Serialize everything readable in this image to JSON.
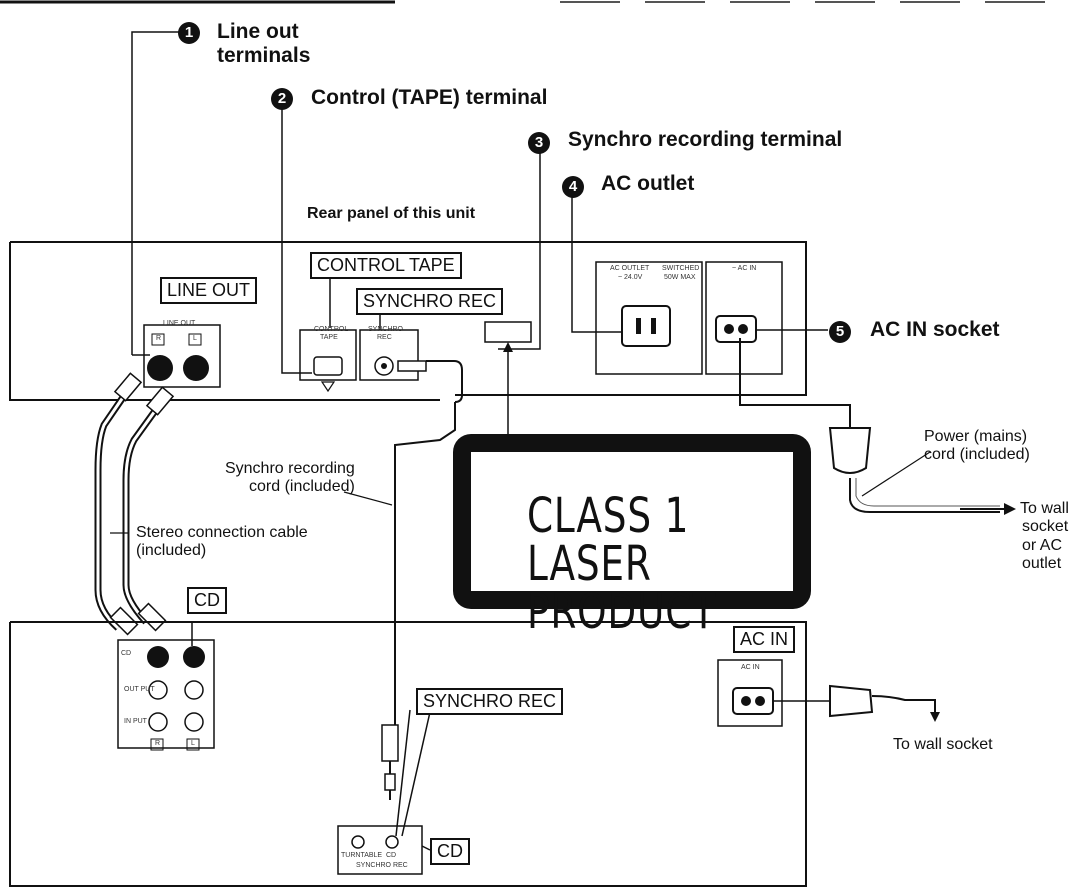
{
  "callouts": {
    "c1": {
      "num": "1",
      "text_line1": "Line out",
      "text_line2": "terminals"
    },
    "c2": {
      "num": "2",
      "text": "Control (TAPE) terminal"
    },
    "c3": {
      "num": "3",
      "text": "Synchro recording terminal"
    },
    "c4": {
      "num": "4",
      "text": "AC outlet"
    },
    "c5": {
      "num": "5",
      "text": "AC IN socket"
    }
  },
  "rear_panel_label": "Rear panel of this unit",
  "unit_panel": {
    "line_out_box": "LINE OUT",
    "control_tape_box": "CONTROL TAPE",
    "synchro_rec_box": "SYNCHRO REC",
    "tiny_line_out": "LINE OUT",
    "tiny_r": "R",
    "tiny_l": "L",
    "tiny_control": "CONTROL",
    "tiny_tape": "TAPE",
    "tiny_synchro": "SYNCHRO",
    "tiny_rec": "REC",
    "tiny_ac_outlet": "AC OUTLET",
    "tiny_ac_outlet_v": "~ 24.0V",
    "tiny_switched": "SWITCHED",
    "tiny_switched_max": "50W MAX",
    "tiny_ac_in": "~ AC IN"
  },
  "laser_label": {
    "line1": "CLASS 1",
    "line2": "LASER PRODUCT"
  },
  "annotations": {
    "power_cord_line1": "Power (mains)",
    "power_cord_line2": "cord (included)",
    "to_wall_top_line1": "To wall",
    "to_wall_top_line2": "socket",
    "to_wall_top_line3": "or AC",
    "to_wall_top_line4": "outlet",
    "synchro_cord_line1": "Synchro recording",
    "synchro_cord_line2": "cord (included)",
    "stereo_cable_line1": "Stereo connection cable",
    "stereo_cable_line2": "(included)",
    "to_wall_bottom": "To wall socket"
  },
  "cd_panel": {
    "cd_box": "CD",
    "synchro_rec_box": "SYNCHRO REC",
    "cd_box_bottom": "CD",
    "ac_in_box": "AC IN",
    "tiny_cd": "CD",
    "tiny_out_put": "OUT PUT",
    "tiny_in_put": "IN PUT",
    "tiny_r": "R",
    "tiny_l": "L",
    "tiny_ac_in": "AC IN",
    "tiny_turntable": "TURNTABLE",
    "tiny_cd_jack": "CD",
    "tiny_synchro_rec": "SYNCHRO REC"
  },
  "colors": {
    "ink": "#111111",
    "paper": "#ffffff"
  }
}
